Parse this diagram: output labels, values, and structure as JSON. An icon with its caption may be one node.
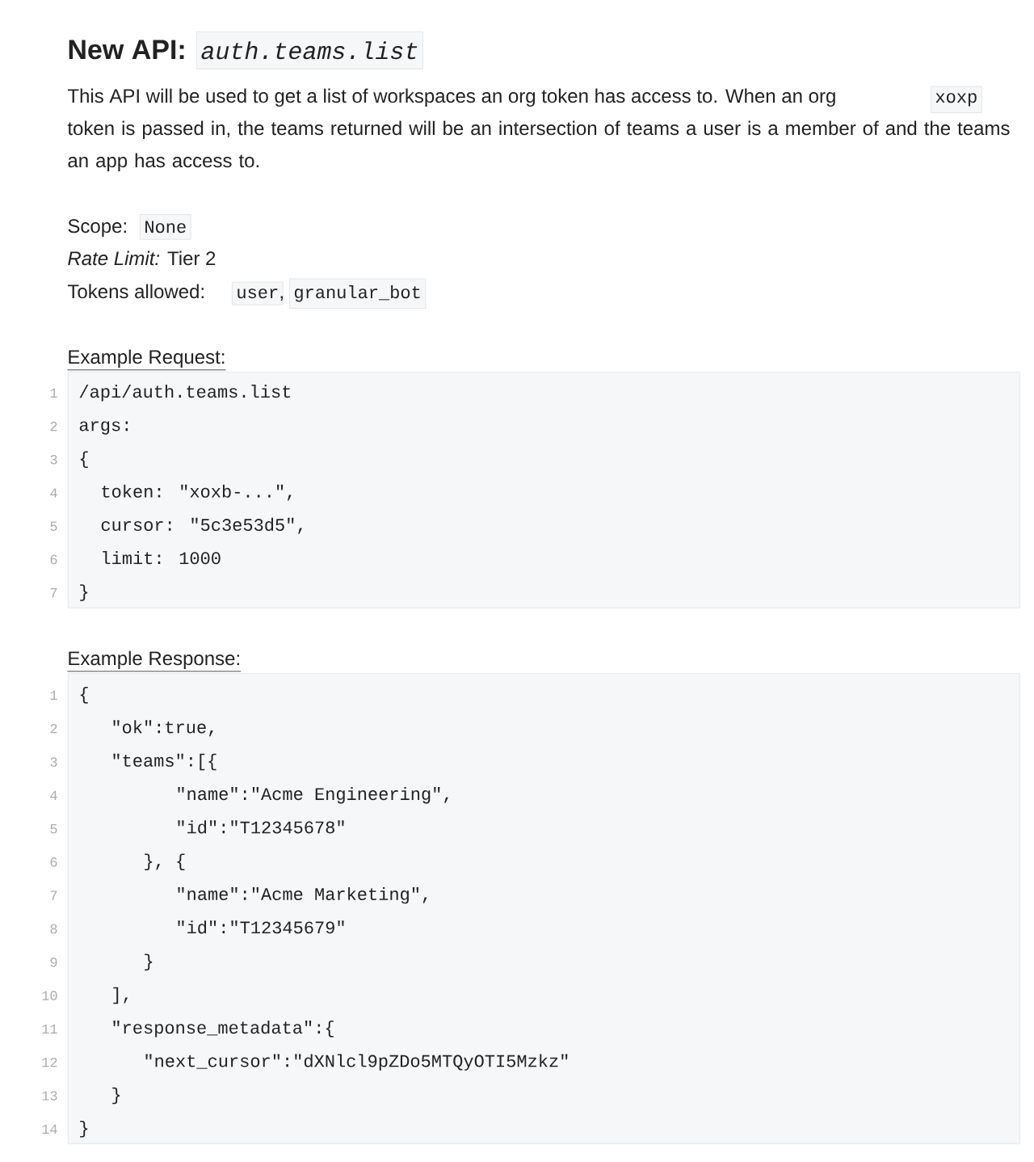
{
  "diagram": {
    "title": "New API:",
    "nodes": [
      {
        "text": [
          "Example Request:",
          "/api/auth.teams.list",
          "args:",
          "{",
          "token: \"xoxb-...\",",
          "cursor: \"5c3e53d5\",",
          "limit: 1000",
          "}"
        ],
        "beside": [
          "1",
          "2",
          "3",
          "4",
          "5",
          "6",
          "7"
        ]
      },
      {
        "text": [
          "Example Response:",
          "{",
          "\"ok\":true,",
          "\"teams\":[{",
          "\"name\":\"Acme Engineering\",",
          "\"id\":\"T12345678\"",
          "}, {",
          "\"name\":\"Acme Marketing\",",
          "\"id\":\"T12345679\"",
          "}",
          "],",
          "\"response_metadata\":{",
          "\"next_cursor\":\"dXNlcl9pZDo5MTQyOTI5Mzkz\"",
          "}",
          "}"
        ],
        "beside": [
          "1",
          "2",
          "3",
          "4",
          "5",
          "6",
          "7",
          "8",
          "9",
          "10",
          "11",
          "12",
          "13",
          "14"
        ]
      }
    ],
    "labels": [
      "auth.teams.list",
      "This API will be used to get a list of workspaces an org token has access to. When an org",
      "xoxp",
      "token is passed in, the teams returned will be an intersection of teams a user is a member of and the teams an app has access to.",
      "Scope:",
      "None",
      "*Rate Limit:* Tier 2",
      "Tokens allowed:",
      "user",
      ",",
      "granular_bot"
    ]
  }
}
